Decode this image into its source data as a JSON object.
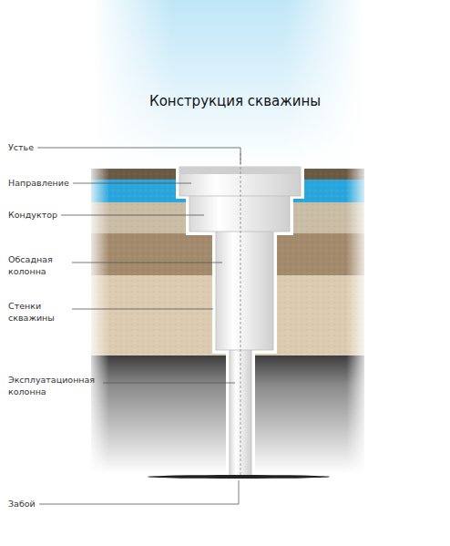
{
  "diagram": {
    "title": "Конструкция скважины",
    "labels": [
      "Устье",
      "Направление",
      "Кондуктор",
      "Обсадная колонна",
      "Стенки скважины",
      "Эксплуатационная колонна",
      "Забой"
    ]
  }
}
